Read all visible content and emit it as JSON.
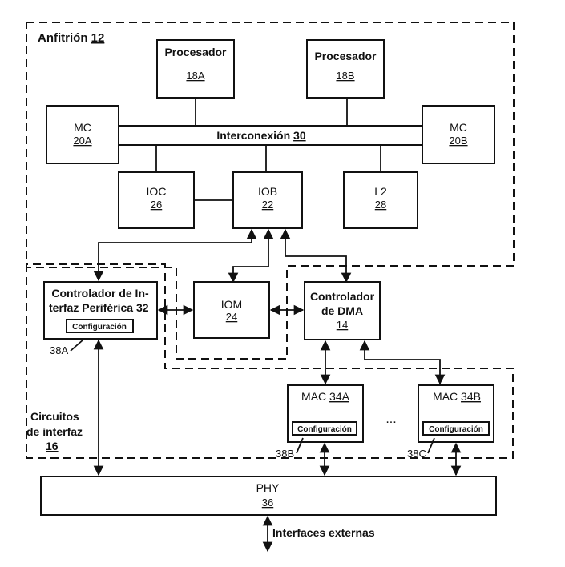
{
  "regions": {
    "host": {
      "label": "Anfitrión",
      "num": "12"
    },
    "interface": {
      "label_line1": "Circuitos",
      "label_line2": "de interfaz",
      "num": "16"
    }
  },
  "blocks": {
    "proc_a": {
      "label": "Procesador",
      "num": "18A"
    },
    "proc_b": {
      "label": "Procesador",
      "num": "18B"
    },
    "mc_a": {
      "label": "MC",
      "num": "20A"
    },
    "mc_b": {
      "label": "MC",
      "num": "20B"
    },
    "interconnect": {
      "label": "Interconexión",
      "num": "30"
    },
    "ioc": {
      "label": "IOC",
      "num": "26"
    },
    "iob": {
      "label": "IOB",
      "num": "22"
    },
    "l2": {
      "label": "L2",
      "num": "28"
    },
    "pic": {
      "line1": "Controlador de In-",
      "line2": "terfaz Periférica",
      "num": "32",
      "config": "Configuración"
    },
    "iom": {
      "label": "IOM",
      "num": "24"
    },
    "dma": {
      "line1": "Controlador",
      "line2": "de DMA",
      "num": "14"
    },
    "mac_a": {
      "label": "MAC",
      "num": "34A",
      "config": "Configuración"
    },
    "mac_b": {
      "label": "MAC",
      "num": "34B",
      "config": "Configuración"
    },
    "ellipsis": "...",
    "phy": {
      "label": "PHY",
      "num": "36"
    }
  },
  "refs": {
    "r38a": "38A",
    "r38b": "38B",
    "r38c": "38C"
  },
  "external": "Interfaces externas"
}
